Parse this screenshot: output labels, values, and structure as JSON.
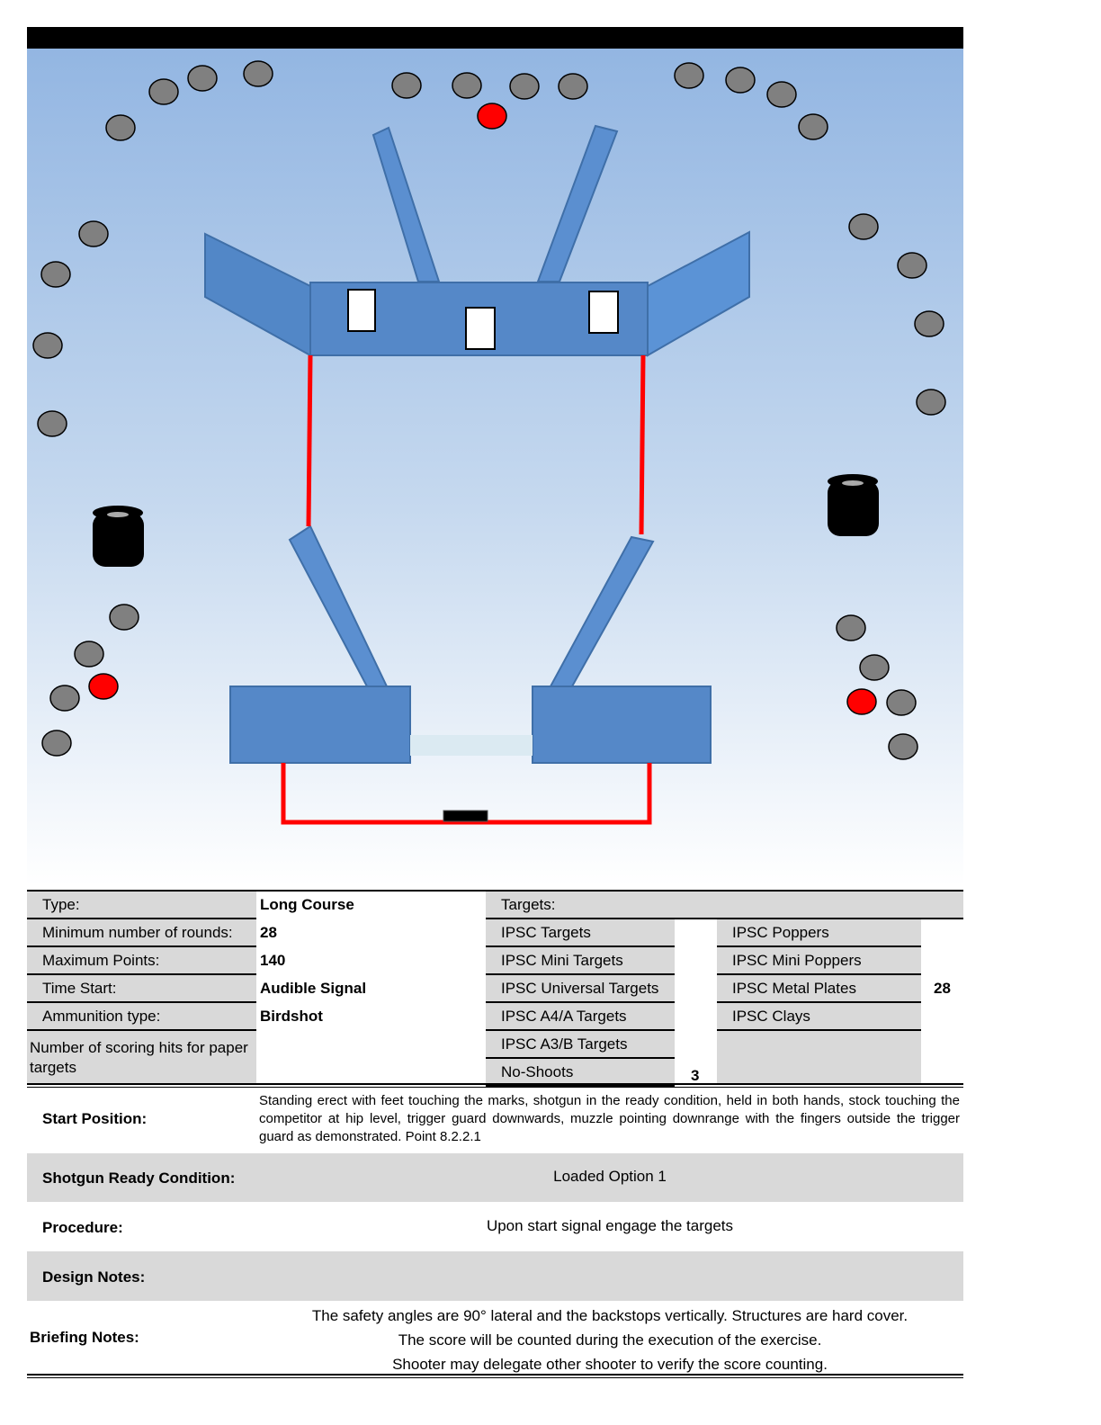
{
  "colors": {
    "structure": "#5588c8",
    "fault_line": "#ff0000",
    "steel": "#808080",
    "no_shoot_steel": "#ff0000",
    "sky_top": "#95b8e3"
  },
  "info": {
    "type_label": "Type:",
    "type_value": "Long Course",
    "min_rounds_label": "Minimum number of rounds:",
    "min_rounds_value": "28",
    "max_points_label": "Maximum Points:",
    "max_points_value": "140",
    "time_start_label": "Time Start:",
    "time_start_value": "Audible Signal",
    "ammo_label": "Ammunition type:",
    "ammo_value": "Birdshot",
    "scoring_hits_label": "Number of scoring hits for paper targets"
  },
  "targets": {
    "header": "Targets:",
    "left": [
      {
        "label": "IPSC Targets",
        "count": ""
      },
      {
        "label": "IPSC Mini Targets",
        "count": ""
      },
      {
        "label": "IPSC Universal Targets",
        "count": ""
      },
      {
        "label": "IPSC A4/A Targets",
        "count": ""
      },
      {
        "label": "IPSC A3/B Targets",
        "count": ""
      },
      {
        "label": "No-Shoots",
        "count": "3"
      }
    ],
    "right": [
      {
        "label": "IPSC Poppers",
        "count": ""
      },
      {
        "label": "IPSC Mini Poppers",
        "count": ""
      },
      {
        "label": "IPSC Metal Plates",
        "count": "28"
      },
      {
        "label": "IPSC Clays",
        "count": ""
      }
    ]
  },
  "sections": {
    "start_label": "Start Position:",
    "start_text": "Standing erect with feet touching the marks, shotgun in the ready condition, held in both hands, stock touching the competitor at hip level, trigger guard downwards, muzzle pointing downrange with the fingers outside the trigger guard as demonstrated. Point 8.2.2.1",
    "ready_label": "Shotgun Ready Condition:",
    "ready_text": "Loaded Option 1",
    "procedure_label": "Procedure:",
    "procedure_text": "Upon start signal engage the targets",
    "design_label": "Design Notes:",
    "design_text": "",
    "briefing_label": "Briefing Notes:",
    "briefing_lines": [
      "The safety angles are 90° lateral and the backstops vertically. Structures are hard cover.",
      "The score will be counted during the execution of the exercise.",
      "Shooter may delegate other shooter to verify the score counting."
    ]
  }
}
